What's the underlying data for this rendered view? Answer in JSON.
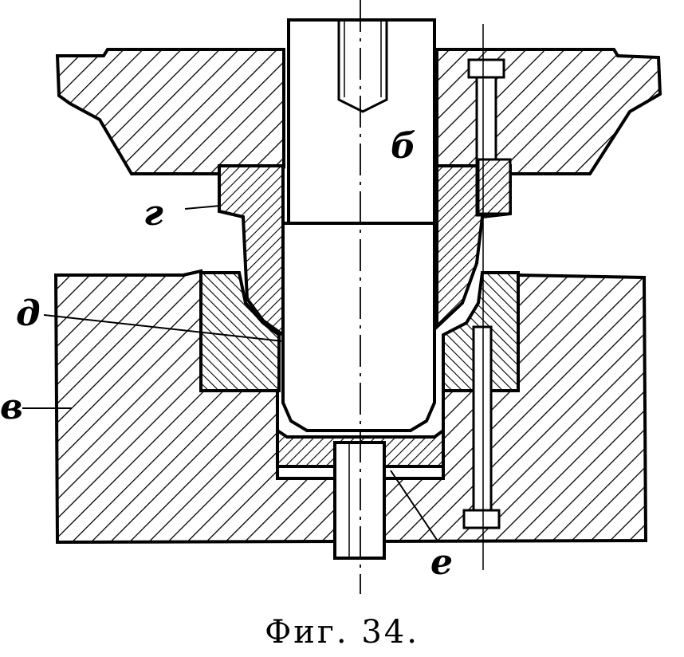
{
  "labels": {
    "b": "б",
    "g": "г",
    "d": "д",
    "v": "в",
    "e": "е"
  },
  "caption": "Фиг. 34.",
  "colors": {
    "ink": "#000000",
    "paper": "#ffffff"
  }
}
